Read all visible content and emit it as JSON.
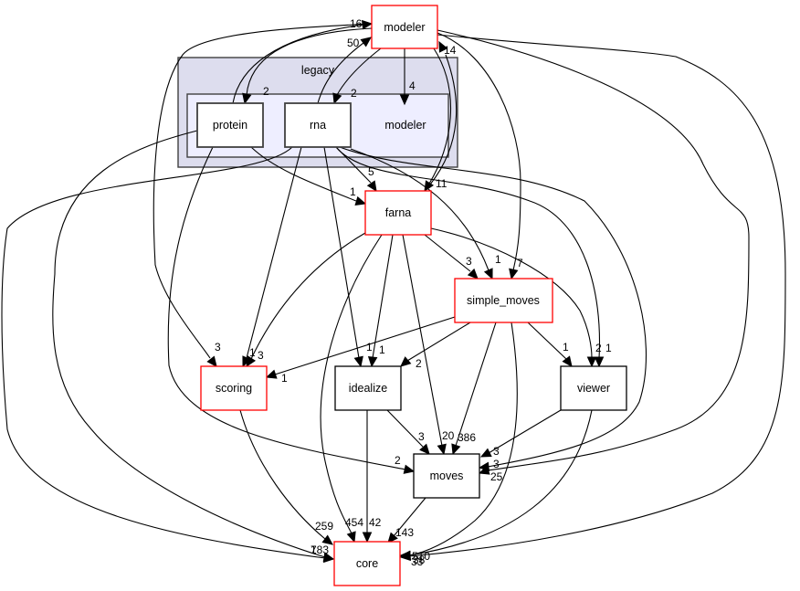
{
  "title": "Directory dependency graph",
  "clusters": {
    "legacy": {
      "label": "legacy"
    },
    "legacy_modeler": {
      "label": "modeler"
    }
  },
  "nodes": {
    "modeler": {
      "label": "modeler",
      "style": "red"
    },
    "protein": {
      "label": "protein",
      "style": "grey"
    },
    "rna": {
      "label": "rna",
      "style": "grey"
    },
    "farna": {
      "label": "farna",
      "style": "red"
    },
    "simple_moves": {
      "label": "simple_moves",
      "style": "red"
    },
    "scoring": {
      "label": "scoring",
      "style": "red"
    },
    "idealize": {
      "label": "idealize",
      "style": "black"
    },
    "viewer": {
      "label": "viewer",
      "style": "black"
    },
    "moves": {
      "label": "moves",
      "style": "black"
    },
    "core": {
      "label": "core",
      "style": "red"
    }
  },
  "edges": [
    {
      "id": "protein-modeler",
      "from": "protein",
      "to": "modeler",
      "label": "16"
    },
    {
      "id": "rna-modeler",
      "from": "rna",
      "to": "modeler",
      "label": "50"
    },
    {
      "id": "farna-modeler",
      "from": "farna",
      "to": "modeler",
      "label": "14"
    },
    {
      "id": "modeler-protein",
      "from": "modeler",
      "to": "protein",
      "label": "2"
    },
    {
      "id": "modeler-rna",
      "from": "modeler",
      "to": "rna",
      "label": "2"
    },
    {
      "id": "modeler-legacy_modeler",
      "from": "modeler",
      "to": "legacy_modeler",
      "label": "4"
    },
    {
      "id": "rna-farna",
      "from": "rna",
      "to": "farna",
      "label": "5"
    },
    {
      "id": "modeler-farna",
      "from": "modeler",
      "to": "farna",
      "label": "11"
    },
    {
      "id": "protein-farna",
      "from": "protein",
      "to": "farna",
      "label": "1"
    },
    {
      "id": "farna-simple_moves",
      "from": "farna",
      "to": "simple_moves",
      "label": "3"
    },
    {
      "id": "rna-simple_moves",
      "from": "rna",
      "to": "simple_moves",
      "label": "1"
    },
    {
      "id": "modeler-simple_moves",
      "from": "modeler",
      "to": "simple_moves",
      "label": "7"
    },
    {
      "id": "modeler-scoring",
      "from": "modeler",
      "to": "scoring",
      "label": "3"
    },
    {
      "id": "rna-scoring",
      "from": "rna",
      "to": "scoring",
      "label": "1"
    },
    {
      "id": "farna-scoring",
      "from": "farna",
      "to": "scoring",
      "label": "3"
    },
    {
      "id": "simple_moves-scoring",
      "from": "simple_moves",
      "to": "scoring",
      "label": "1"
    },
    {
      "id": "rna-idealize",
      "from": "rna",
      "to": "idealize",
      "label": "1"
    },
    {
      "id": "farna-idealize",
      "from": "farna",
      "to": "idealize",
      "label": "1"
    },
    {
      "id": "simple_moves-idealize",
      "from": "simple_moves",
      "to": "idealize",
      "label": "2"
    },
    {
      "id": "simple_moves-viewer",
      "from": "simple_moves",
      "to": "viewer",
      "label": "1"
    },
    {
      "id": "farna-viewer",
      "from": "farna",
      "to": "viewer",
      "label": "2"
    },
    {
      "id": "rna-viewer",
      "from": "rna",
      "to": "viewer",
      "label": "1"
    },
    {
      "id": "idealize-moves",
      "from": "idealize",
      "to": "moves",
      "label": "3"
    },
    {
      "id": "farna-moves",
      "from": "farna",
      "to": "moves",
      "label": "20"
    },
    {
      "id": "simple_moves-moves",
      "from": "simple_moves",
      "to": "moves",
      "label": "386"
    },
    {
      "id": "viewer-moves",
      "from": "viewer",
      "to": "moves",
      "label": "3"
    },
    {
      "id": "protein-moves",
      "from": "protein",
      "to": "moves",
      "label": "2"
    },
    {
      "id": "modeler-moves",
      "from": "modeler",
      "to": "moves",
      "label": "25"
    },
    {
      "id": "rna-moves",
      "from": "rna",
      "to": "moves",
      "label": "3"
    },
    {
      "id": "scoring-core",
      "from": "scoring",
      "to": "core",
      "label": "259"
    },
    {
      "id": "farna-core",
      "from": "farna",
      "to": "core",
      "label": "454"
    },
    {
      "id": "idealize-core",
      "from": "idealize",
      "to": "core",
      "label": "42"
    },
    {
      "id": "moves-core",
      "from": "moves",
      "to": "core",
      "label": "143"
    },
    {
      "id": "protein-core",
      "from": "protein",
      "to": "core",
      "label": "7"
    },
    {
      "id": "rna-core",
      "from": "rna",
      "to": "core",
      "label": "183"
    },
    {
      "id": "simple_moves-core",
      "from": "simple_moves",
      "to": "core",
      "label": "510"
    },
    {
      "id": "viewer-core",
      "from": "viewer",
      "to": "core",
      "label": "33"
    },
    {
      "id": "modeler-core",
      "from": "modeler",
      "to": "core",
      "label": "38"
    }
  ]
}
